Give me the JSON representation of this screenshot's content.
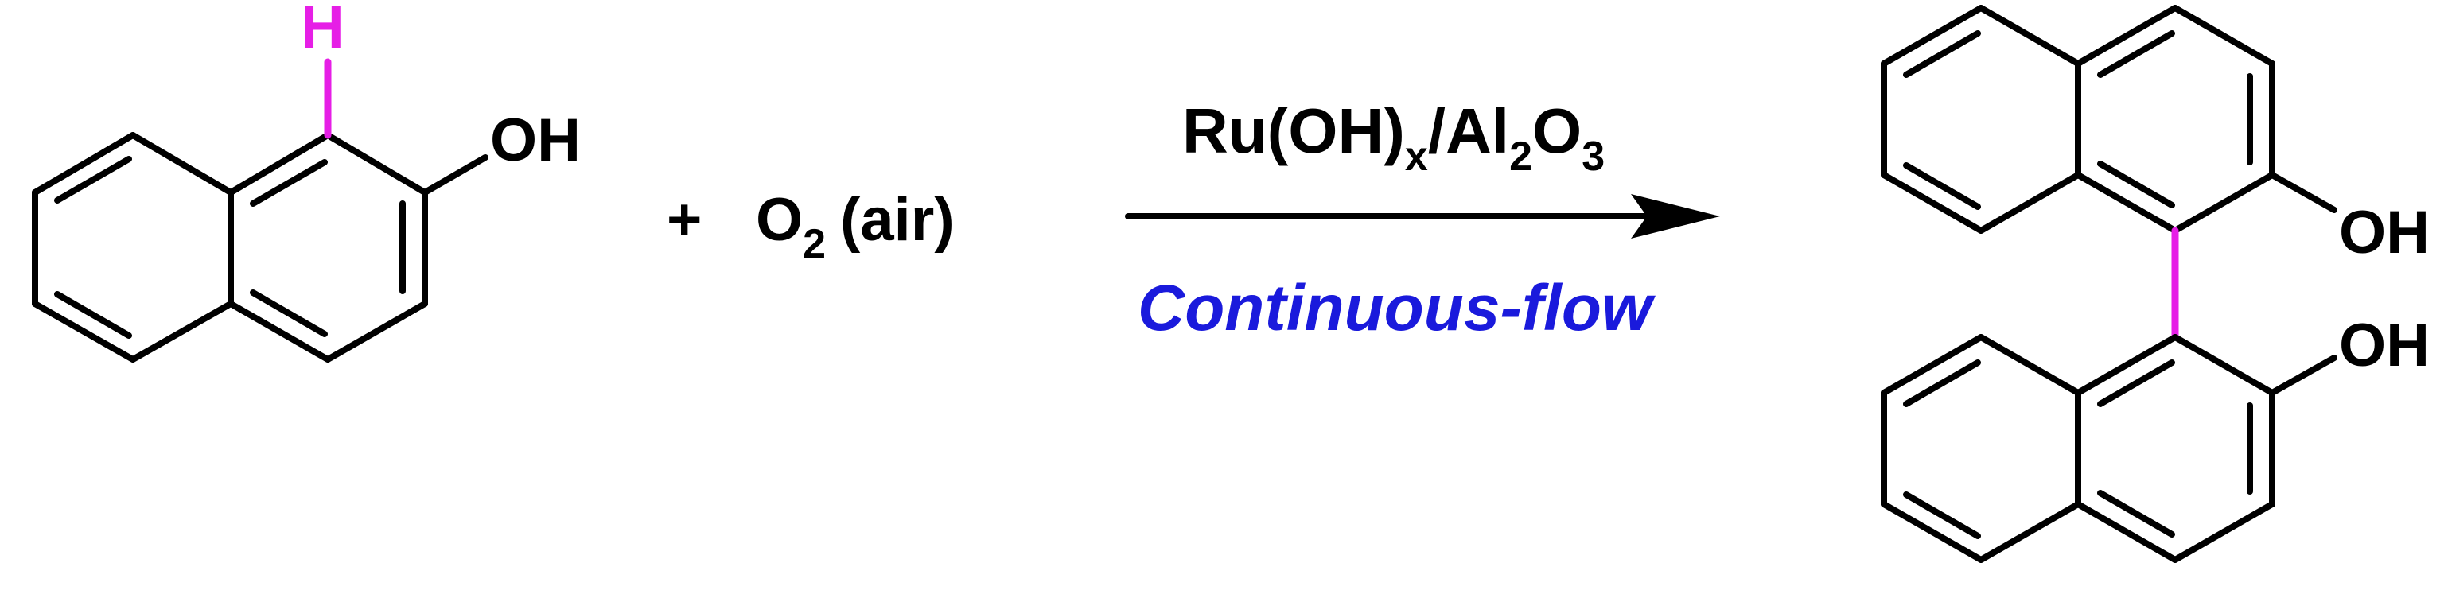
{
  "reactant": {
    "h_label": "H",
    "oh_label": "OH"
  },
  "oxidant": {
    "plus": "+",
    "o": "O",
    "o_subscript": "2",
    "air": "(air)"
  },
  "conditions": {
    "catalyst_ru": "Ru(OH)",
    "catalyst_x": "x",
    "catalyst_al": "/Al",
    "catalyst_al_sub": "2",
    "catalyst_o": "O",
    "catalyst_o_sub": "3",
    "mode": "Continuous-flow"
  },
  "product": {
    "oh_top": "OH",
    "oh_bottom": "OH"
  },
  "colors": {
    "highlight": "#e61ee6",
    "flow_text": "#1a1adc",
    "bond": "#000000"
  }
}
